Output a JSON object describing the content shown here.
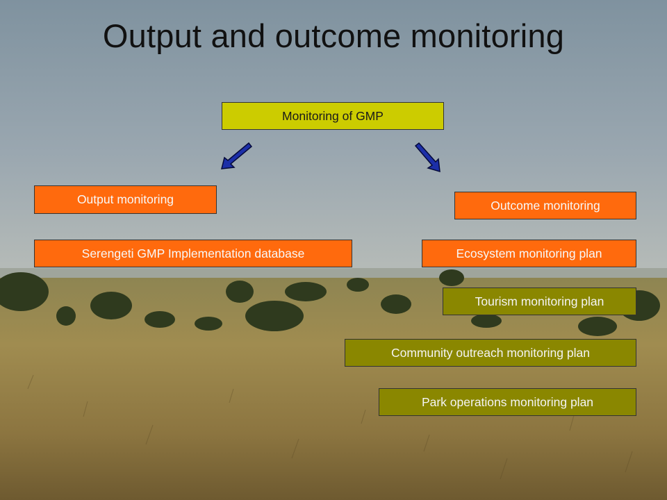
{
  "slide": {
    "title": "Output and outcome monitoring"
  },
  "diagram": {
    "root": {
      "label": "Monitoring of GMP"
    },
    "left_branch": {
      "label": "Output monitoring",
      "items": [
        "Serengeti GMP Implementation database"
      ]
    },
    "right_branch": {
      "label": "Outcome monitoring",
      "items": [
        "Ecosystem monitoring plan",
        "Tourism monitoring plan",
        "Community outreach monitoring plan",
        "Park operations monitoring plan"
      ]
    }
  },
  "colors": {
    "root_box": "#cccc00",
    "branch_box": "#ff6a0d",
    "plan_box": "#8a8700",
    "arrow_fill": "#1c2fa8",
    "arrow_stroke": "#050a3a"
  }
}
